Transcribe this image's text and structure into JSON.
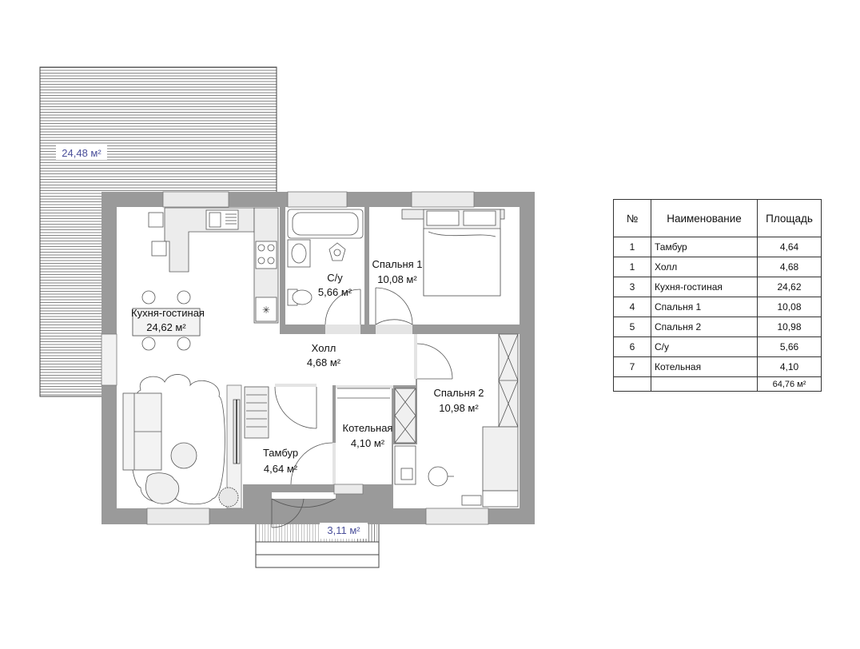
{
  "plan": {
    "rooms": [
      {
        "id": "kitchen",
        "name": "Кухня-гостиная",
        "area": "24,62 м²"
      },
      {
        "id": "bathroom",
        "name": "С/у",
        "area": "5,66 м²"
      },
      {
        "id": "bedroom1",
        "name": "Спальня 1",
        "area": "10,08 м²"
      },
      {
        "id": "hall",
        "name": "Холл",
        "area": "4,68 м²"
      },
      {
        "id": "bedroom2",
        "name": "Спальня 2",
        "area": "10,98 м²"
      },
      {
        "id": "boiler",
        "name": "Котельная",
        "area": "4,10 м²"
      },
      {
        "id": "vestibule",
        "name": "Тамбур",
        "area": "4,64 м²"
      }
    ],
    "outdoor": [
      {
        "id": "terrace",
        "area": "24,48 м²"
      },
      {
        "id": "porch",
        "area": "3,11 м²"
      }
    ]
  },
  "table": {
    "headers": {
      "num": "№",
      "name": "Наименование",
      "area": "Площадь"
    },
    "rows": [
      {
        "num": "1",
        "name": "Тамбур",
        "area": "4,64"
      },
      {
        "num": "1",
        "name": "Холл",
        "area": "4,68"
      },
      {
        "num": "3",
        "name": "Кухня-гостиная",
        "area": "24,62"
      },
      {
        "num": "4",
        "name": "Спальня 1",
        "area": "10,08"
      },
      {
        "num": "5",
        "name": "Спальня 2",
        "area": "10,98"
      },
      {
        "num": "6",
        "name": "С/у",
        "area": "5,66"
      },
      {
        "num": "7",
        "name": "Котельная",
        "area": "4,10"
      }
    ],
    "total": "64,76 м²"
  },
  "colors": {
    "wall": "#9a9a9a",
    "window": "#e6e6e6",
    "outdoor_label": "#4a4f9a",
    "furniture_stroke": "#555555"
  }
}
